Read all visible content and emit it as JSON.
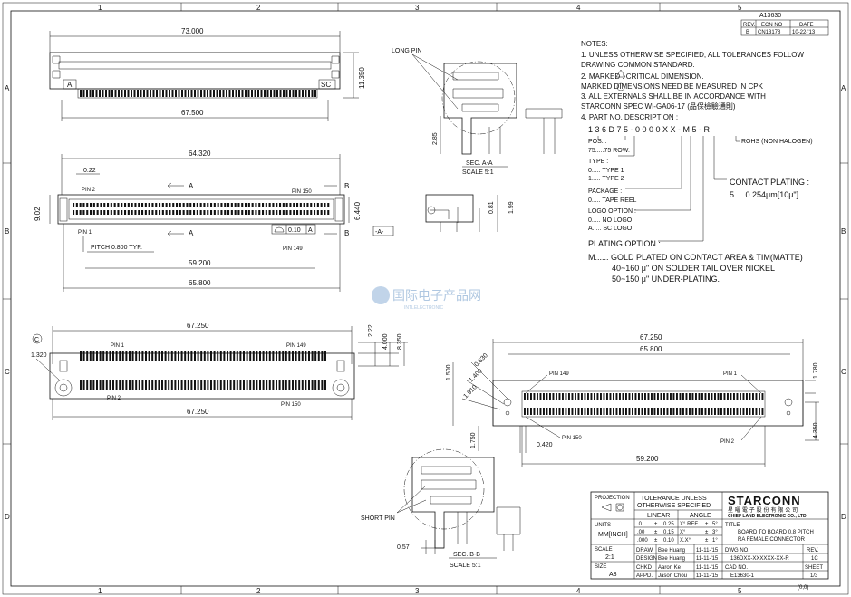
{
  "frame": {
    "col_marks": [
      "1",
      "2",
      "3",
      "4",
      "5"
    ],
    "row_marks": [
      "A",
      "B",
      "C",
      "D"
    ]
  },
  "revision": {
    "doc_number": "A13630",
    "headers": [
      "REV.",
      "ECN NO",
      "DATE"
    ],
    "row": [
      "B",
      "CN13178",
      "10-22-'13"
    ]
  },
  "top_view": {
    "dims": [
      "73.000",
      "11.350",
      "67.500"
    ],
    "logo_marks": [
      "A",
      "SC"
    ]
  },
  "front_view": {
    "dims": [
      "64.320",
      "0.22",
      "9.02",
      "6.440",
      "59.200",
      "65.800"
    ],
    "labels": {
      "pin2": "PIN 2",
      "pin1": "PIN 1",
      "pin150": "PIN 150",
      "pin149": "PIN 149",
      "section": "A",
      "pitch": "PITCH 0.800 TYP.",
      "tolerance": "0.10",
      "datum_a": "A",
      "datum_ref": "-A-",
      "section_b": "B"
    }
  },
  "bottom_view": {
    "dims": [
      "67.250",
      "67.250",
      "1.320",
      "2.22",
      "4.000",
      "8.350"
    ],
    "labels": {
      "pin1": "PIN 1",
      "pin2": "PIN 2",
      "pin149": "PIN 149",
      "pin150": "PIN 150",
      "critical": "C"
    }
  },
  "section_aa": {
    "labels": {
      "long_pin": "LONG PIN",
      "title": "SEC. A-A",
      "scale": "SCALE 5:1",
      "dim": "2.85"
    }
  },
  "side_view": {
    "dims": [
      "0.81",
      "1.99"
    ]
  },
  "notes": {
    "heading": "NOTES:",
    "lines": [
      "1. UNLESS OTHERWISE SPECIFIED, ALL TOLERANCES FOLLOW",
      "   DRAWING COMMON STANDARD.",
      "2. MARKED     : CRITICAL DIMENSION.",
      "   MARKED     DIMENSIONS NEED BE MEASURED IN CPK",
      "3. ALL EXTERNALS SHALL BE IN ACCORDANCE WITH",
      "   STARCONN SPEC WI-GA06-17 (品保檢驗通則)",
      "4. PART NO. DESCRIPTION :"
    ],
    "part_no": "1 3 6 D 7 5 - 0 0 0 0 X X - M 5 - R",
    "rohs": "ROHS (NON HALOGEN)",
    "pos": [
      "POS. :",
      "75.....75 ROW."
    ],
    "type": [
      "TYPE :",
      "0..... TYPE 1",
      "1..... TYPE 2"
    ],
    "package": [
      "PACKAGE :",
      "0..... TAPE REEL"
    ],
    "logo": [
      "LOGO OPTION :",
      "0..... NO LOGO",
      "A..... SC LOGO"
    ],
    "contact": [
      "CONTACT PLATING :",
      "5.....0.254μm[10μ\"]"
    ],
    "plating": [
      "PLATING OPTION :",
      "M...... GOLD PLATED ON CONTACT AREA & TIM(MATTE)",
      "40~160 μ\" ON SOLDER TAIL OVER NICKEL",
      "50~150 μ\" UNDER-PLATING."
    ]
  },
  "watermark": {
    "text": "国际电子产品网",
    "sub": "INTLELECTRONIC"
  },
  "pcb_layout": {
    "dims": [
      "67.250",
      "65.800",
      "1.780",
      "1.500",
      "0.630",
      "1.400",
      "1.910",
      "1.750",
      "0.420",
      "59.200",
      "4.350"
    ],
    "labels": {
      "pin149": "PIN 149",
      "pin1": "PIN 1",
      "pin150": "PIN 150",
      "pin2": "PIN 2"
    }
  },
  "section_bb": {
    "labels": {
      "short_pin": "SHORT PIN",
      "title": "SEC. B-B",
      "scale": "SCALE 5:1",
      "dim": "0.57"
    }
  },
  "title_block": {
    "projection": "PROJECTION",
    "tolerance_head": [
      "TOLERANCE UNLESS",
      "OTHERWISE SPECIFIED"
    ],
    "linear": "LINEAR",
    "angle": "ANGLE",
    "units_label": "UNITS",
    "units_value": "MM[INCH]",
    "tol_rows": [
      [
        ".0",
        "±",
        "0.25",
        "X° REF",
        "±",
        "5°"
      ],
      [
        ".00",
        "±",
        "0.15",
        "X°",
        "±",
        "3°"
      ],
      [
        ".000",
        "±",
        "0.10",
        "X.X°",
        "±",
        "1°"
      ]
    ],
    "company": "STARCONN",
    "company_cn": "星 曜 電 子 股 份 有 限 公 司",
    "company_en": "CHIEF LAND ELECTRONIC CO., LTD.",
    "title_label": "TITLE",
    "title_lines": [
      "BOARD TO BOARD 0.8 PITCH",
      "RA FEMALE CONNECTOR"
    ],
    "scale_label": "SCALE",
    "scale_value": "2:1",
    "size_label": "SIZE",
    "size_value": "A3",
    "people": [
      {
        "role": "DRAW",
        "name": "Bee Huang",
        "date": "11-11-'15"
      },
      {
        "role": "DESIGN",
        "name": "Bee Huang",
        "date": "11-11-'15"
      },
      {
        "role": "CHKD",
        "name": "Aaron Ke",
        "date": "11-11-'15"
      },
      {
        "role": "APPD.",
        "name": "Jason Chou",
        "date": "11-11-'15"
      }
    ],
    "dwg_label": "DWG NO.",
    "dwg_value": "136DXX-XXXXXX-XX-R",
    "rev_label": "REV.",
    "rev_value": "1C",
    "cad_label": "CAD NO.",
    "cad_value": "E13630-1",
    "sheet_label": "SHEET",
    "sheet_value": "1/3",
    "origin": "(0,0)"
  }
}
